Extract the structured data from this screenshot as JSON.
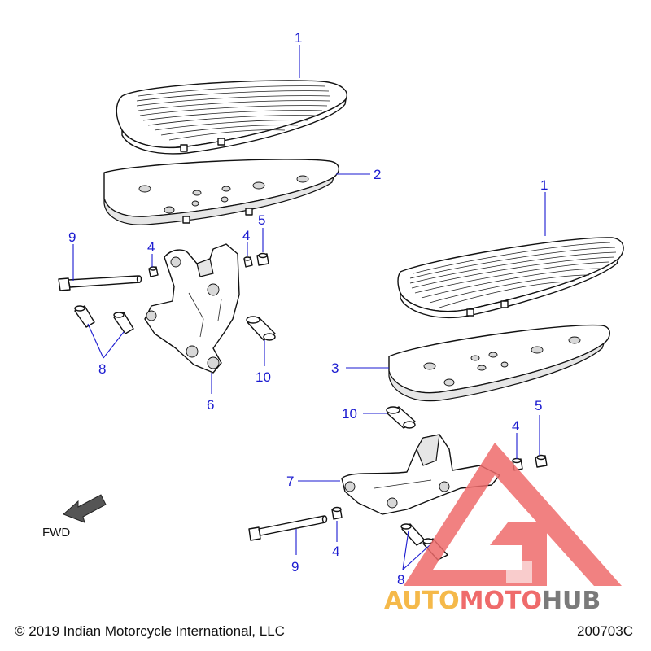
{
  "diagram": {
    "callouts": [
      "1",
      "2",
      "9",
      "4",
      "4",
      "5",
      "8",
      "10",
      "6",
      "1",
      "3",
      "10",
      "5",
      "4",
      "7",
      "9",
      "4",
      "8"
    ],
    "fwd_label": "FWD"
  },
  "footer": {
    "copyright": "© 2019 Indian Motorcycle International, LLC",
    "figure_id": "200703C"
  },
  "watermark": {
    "text_part1": "AUTO",
    "text_part2": "MOTO",
    "text_part3": "HUB",
    "colors": {
      "gold": "#f5b94a",
      "red": "#ef6b6b",
      "gray": "#7a7a7a"
    }
  },
  "colors": {
    "callout": "#1a1ad0",
    "line": "#111111"
  }
}
